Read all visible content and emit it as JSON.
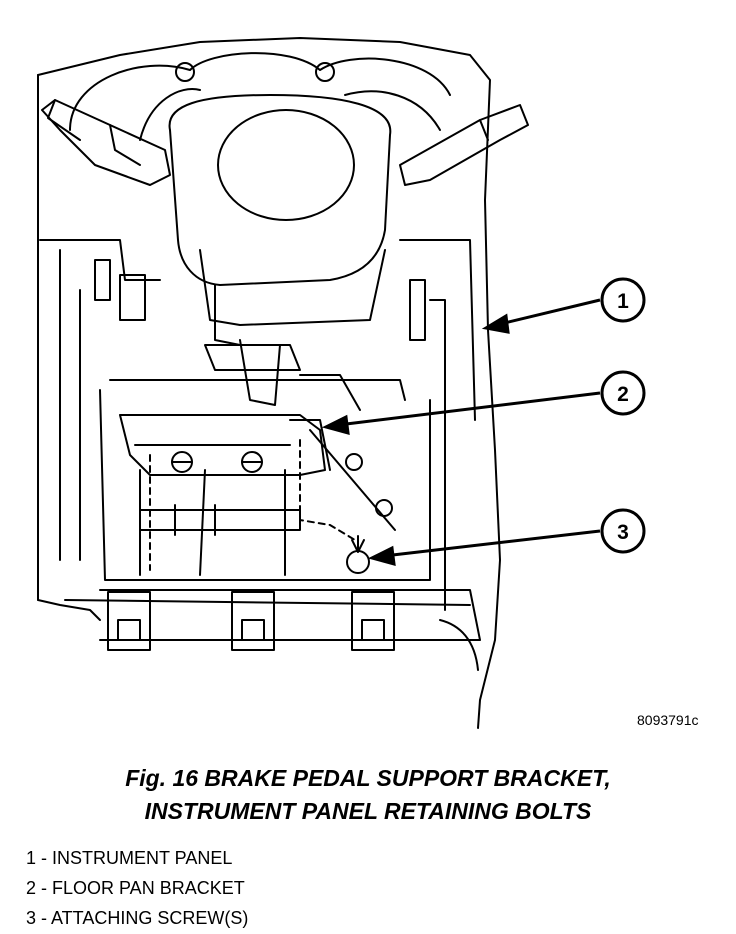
{
  "figure": {
    "code": "8093791c",
    "caption_line1": "Fig. 16 BRAKE PEDAL SUPPORT BRACKET,",
    "caption_line2": "INSTRUMENT PANEL RETAINING BOLTS",
    "callouts": [
      {
        "num": "1"
      },
      {
        "num": "2"
      },
      {
        "num": "3"
      }
    ],
    "legend": [
      "1 - INSTRUMENT PANEL",
      "2 - FLOOR PAN BRACKET",
      "3 - ATTACHING SCREW(S)"
    ]
  }
}
